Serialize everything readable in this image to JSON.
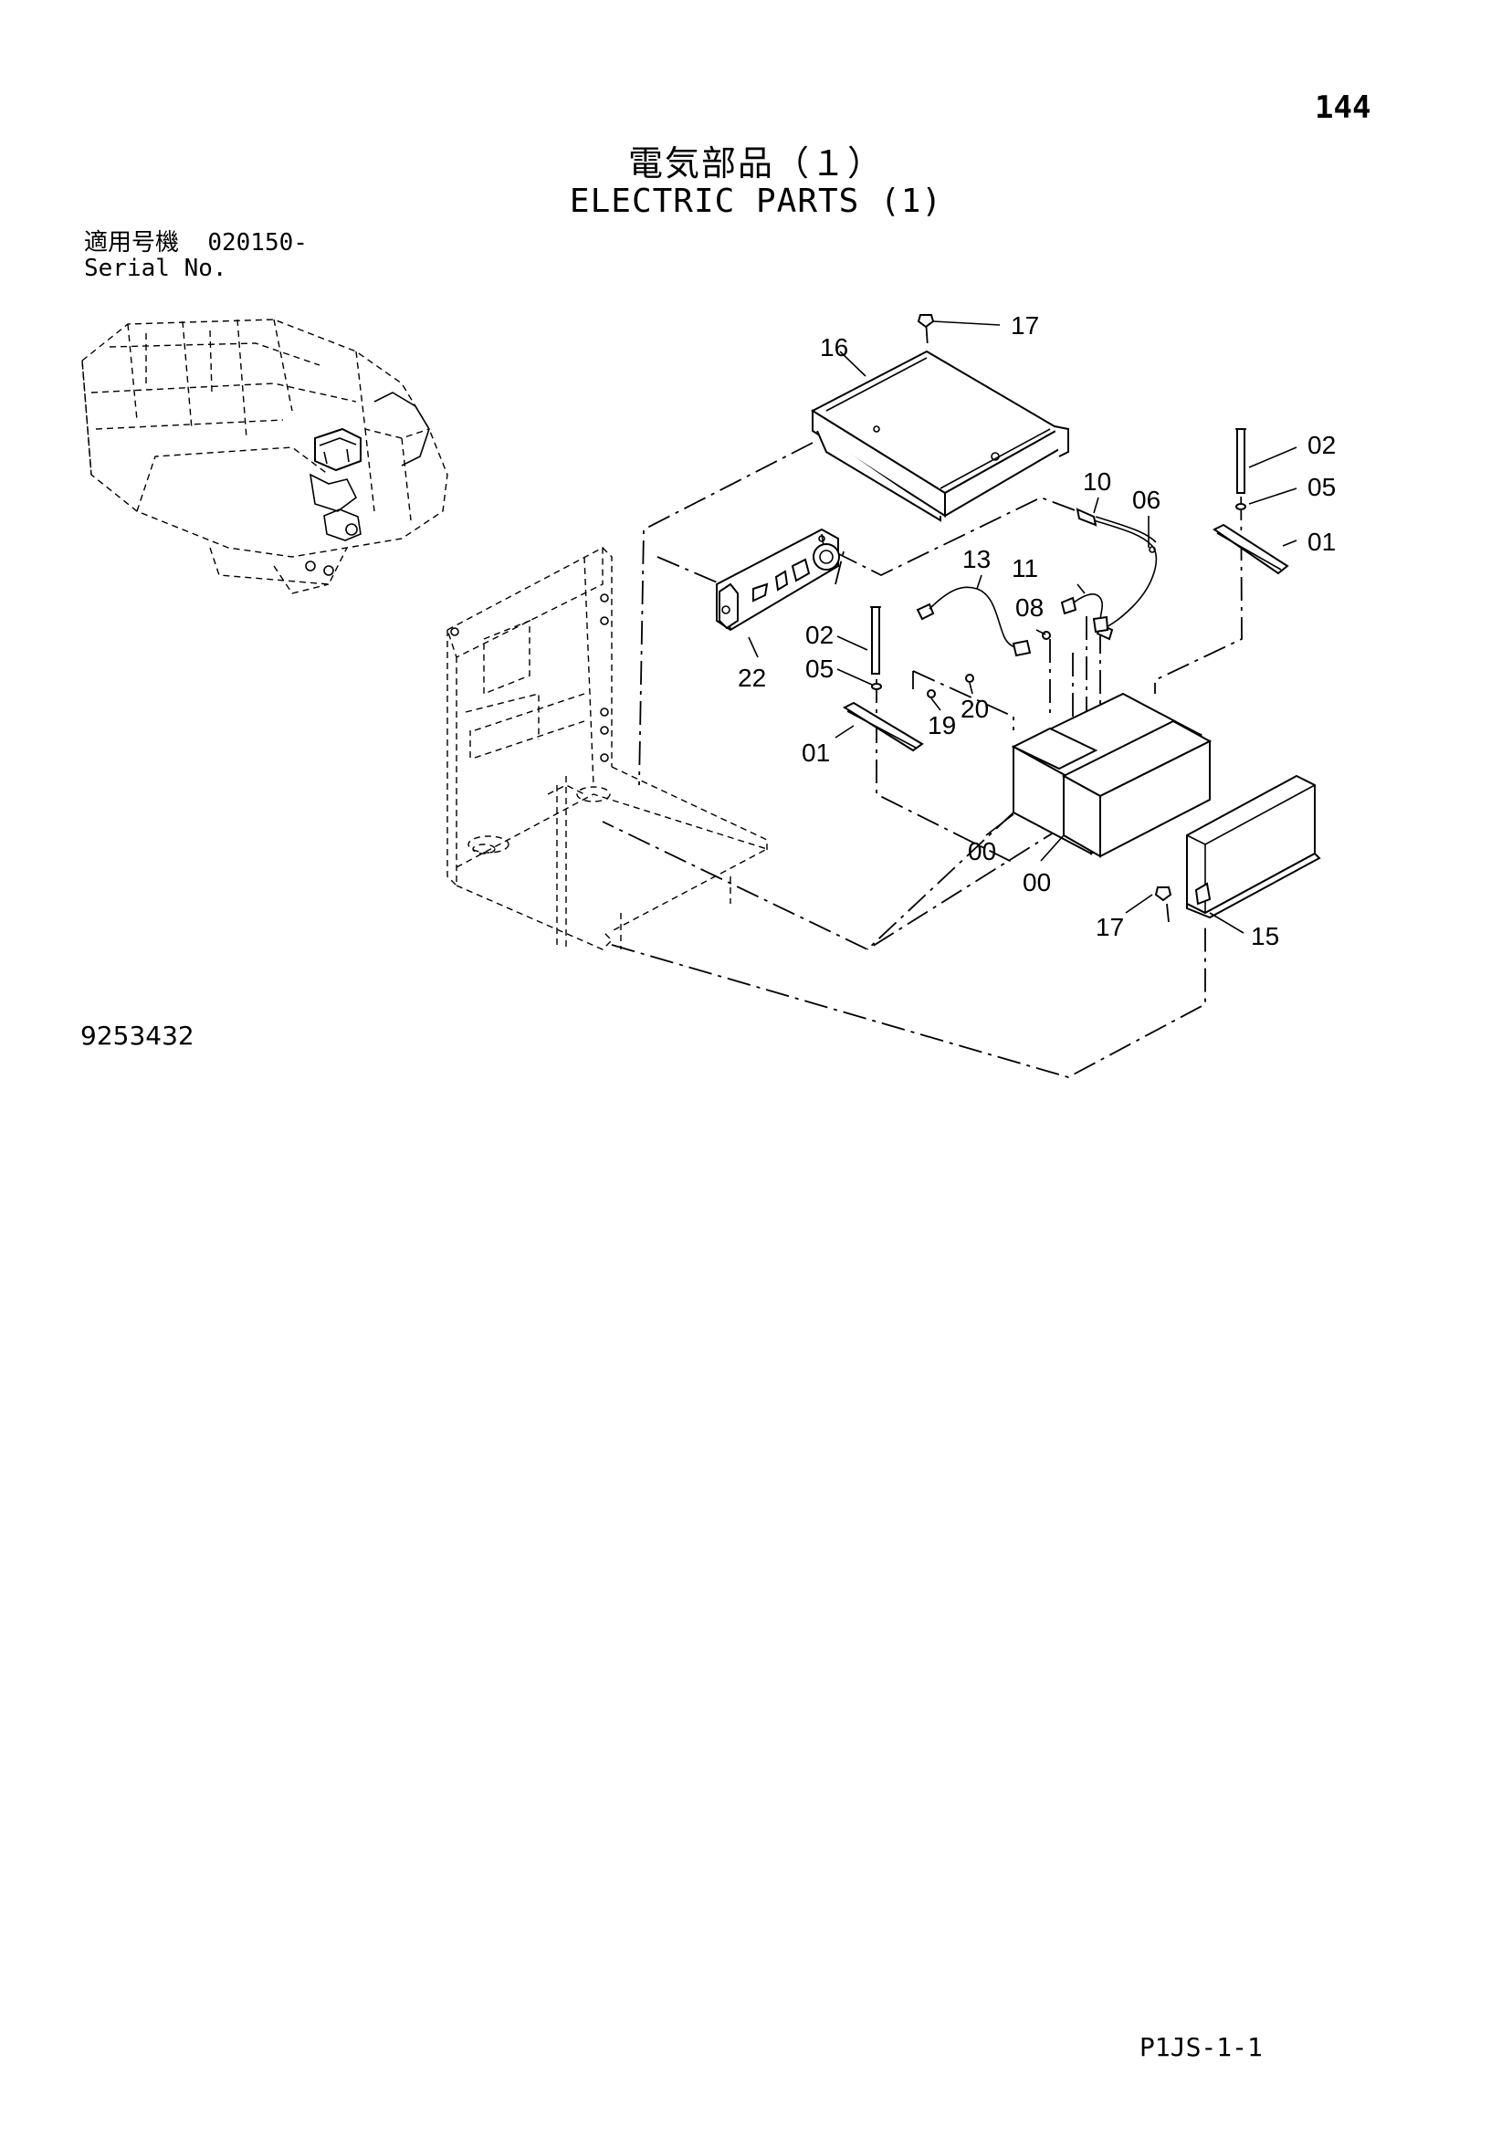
{
  "page_number": "144",
  "title_jp": "電気部品（１）",
  "title_en": "ELECTRIC PARTS (1)",
  "serial": {
    "label_jp": "適用号機",
    "value": "020150-",
    "label_en": "Serial No."
  },
  "drawing_number": "9253432",
  "page_code": "P1JS-1-1",
  "callouts": {
    "c17a": "17",
    "c16": "16",
    "c02a": "02",
    "c05a": "05",
    "c01a": "01",
    "c10": "10",
    "c06": "06",
    "c13": "13",
    "c11": "11",
    "c08": "08",
    "c02b": "02",
    "c05b": "05",
    "c22": "22",
    "c19": "19",
    "c20": "20",
    "c01b": "01",
    "c00a": "00",
    "c00b": "00",
    "c17b": "17",
    "c15": "15"
  }
}
